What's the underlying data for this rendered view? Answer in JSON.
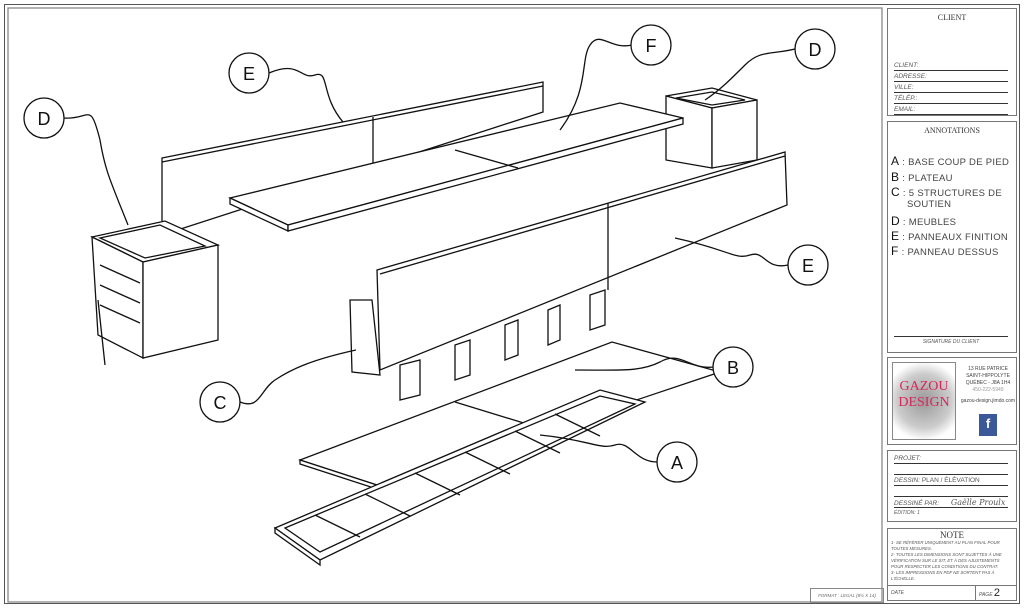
{
  "client_block": {
    "title": "CLIENT",
    "fields": [
      "CLIENT:",
      "ADRESSE:",
      "VILLE:",
      "TÉLÉP.:",
      "EMAIL:"
    ]
  },
  "annotations": {
    "title": "ANNOTATIONS",
    "items": [
      {
        "letter": "A",
        "text": "BASE COUP DE PIED"
      },
      {
        "letter": "B",
        "text": "PLATEAU"
      },
      {
        "letter": "C",
        "text": "5 STRUCTURES DE"
      },
      {
        "letter": "",
        "text": "SOUTIEN"
      },
      {
        "letter": "D",
        "text": "MEUBLES"
      },
      {
        "letter": "E",
        "text": "PANNEAUX FINITION"
      },
      {
        "letter": "F",
        "text": "PANNEAU DESSUS"
      }
    ]
  },
  "signature_label": "SIGNATURE DU CLIENT",
  "company": {
    "logo_line1": "GAZOU",
    "logo_line2": "DESIGN",
    "address1": "13 RUE PATRICE",
    "address2": "SAINT-HIPPOLYTE",
    "address3": "QUÉBEC - J8A 1H4",
    "phone": "450-222-5949",
    "website": "gazou-design.jimdo.com",
    "facebook": "f",
    "brand_color": "#d8265c"
  },
  "project": {
    "projet_label": "PROJET:",
    "dessin_label": "DESSIN:",
    "dessin_value": "PLAN / ÉLÉVATION",
    "dessine_label": "DESSINÉ PAR:",
    "dessine_value": "Gaëlle Proulx",
    "edition_label": "ÉDITION:",
    "edition_value": "1"
  },
  "note": {
    "title": "NOTE",
    "lines": [
      "1- SE RÉFÉRER UNIQUEMENT AU PLAN FINAL POUR TOUTES MESURES.",
      "2- TOUTES LES DIMENSIONS SONT SUJETTES À UNE VÉRIFICATION SUR LE SIT, ET À DES AJUSTEMENTS POUR RESPECTER LES CONDITIONS DU CONTRAT.",
      "3- LES IMPRESSIONS EN PDF NE SORTENT PAS À L'ÉCHELLE."
    ]
  },
  "footer": {
    "date_label": "DATE",
    "page_label": "PAGE",
    "page_value": "2",
    "format": "FORMAT : LEGAL (8½ X 14)"
  },
  "callouts": {
    "A": "A",
    "B": "B",
    "C": "C",
    "D": "D",
    "E": "E",
    "F": "F"
  }
}
